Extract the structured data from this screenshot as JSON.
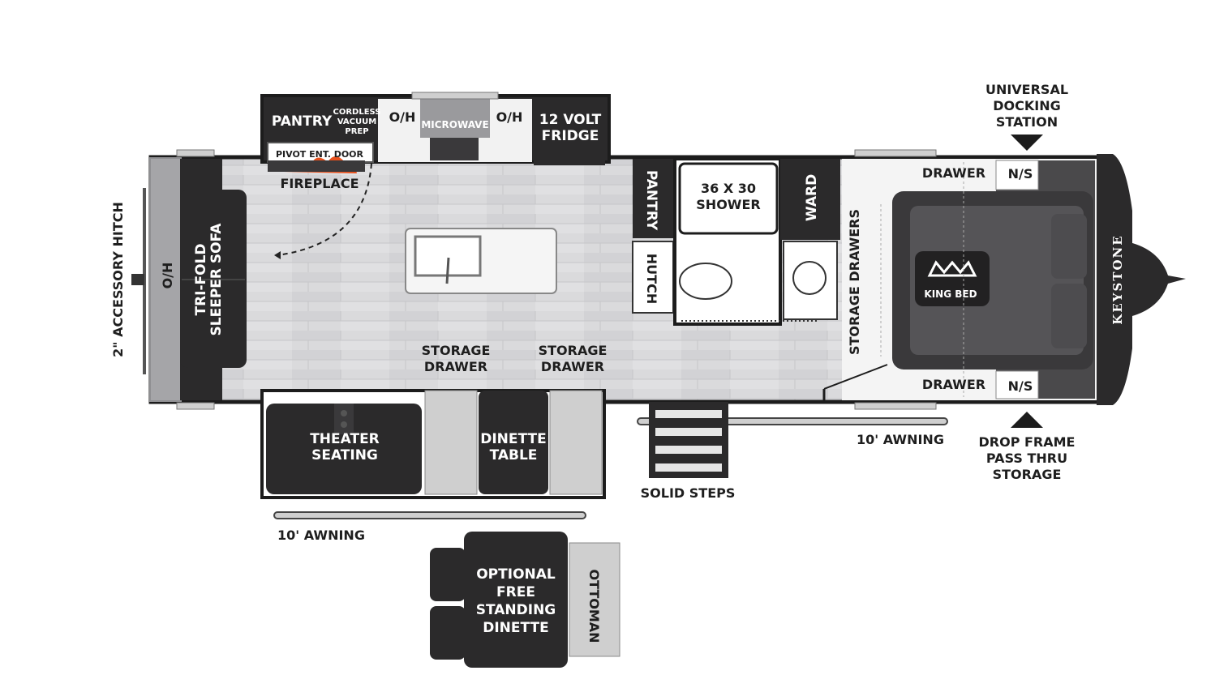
{
  "labels": {
    "pantry_top": "PANTRY",
    "cordless_1": "CORDLESS",
    "cordless_2": "VACUUM",
    "cordless_3": "PREP",
    "pivot_door": "PIVOT ENT. DOOR",
    "fireplace": "FIREPLACE",
    "oh_left": "O/H",
    "oh_right": "O/H",
    "microwave": "MICROWAVE",
    "fridge_1": "12 VOLT",
    "fridge_2": "FRIDGE",
    "hitch": "2\" ACCESSORY HITCH",
    "oh_front": "O/H",
    "sofa_1": "TRI-FOLD",
    "sofa_2": "SLEEPER SOFA",
    "pantry_side": "PANTRY",
    "hutch": "HUTCH",
    "shower_1": "36 X 30",
    "shower_2": "SHOWER",
    "ward": "WARD",
    "storage_drawers": "STORAGE DRAWERS",
    "drawer_top": "DRAWER",
    "drawer_bottom": "DRAWER",
    "ns_top": "N/S",
    "ns_bottom": "N/S",
    "king_bed": "KING BED",
    "brand": "KEYSTONE",
    "docking_1": "UNIVERSAL",
    "docking_2": "DOCKING",
    "docking_3": "STATION",
    "storage_drawer_a_1": "STORAGE",
    "storage_drawer_a_2": "DRAWER",
    "storage_drawer_b_1": "STORAGE",
    "storage_drawer_b_2": "DRAWER",
    "theater_1": "THEATER",
    "theater_2": "SEATING",
    "dinette_1": "DINETTE",
    "dinette_2": "TABLE",
    "solid_steps": "SOLID STEPS",
    "awning_right": "10' AWNING",
    "awning_left": "10' AWNING",
    "dropframe_1": "DROP FRAME",
    "dropframe_2": "PASS THRU",
    "dropframe_3": "STORAGE",
    "optional_1": "OPTIONAL",
    "optional_2": "FREE",
    "optional_3": "STANDING",
    "optional_4": "DINETTE",
    "ottoman": "OTTOMAN"
  },
  "colors": {
    "dark": "#2b2a2b",
    "wall": "#1c1c1c",
    "floor": "#d9d9db",
    "floor_light": "#ececec",
    "bed": "#3a393b",
    "bed_light": "#cfcfcf",
    "carpet": "#e6e6e6",
    "fire": "#e8501c"
  }
}
